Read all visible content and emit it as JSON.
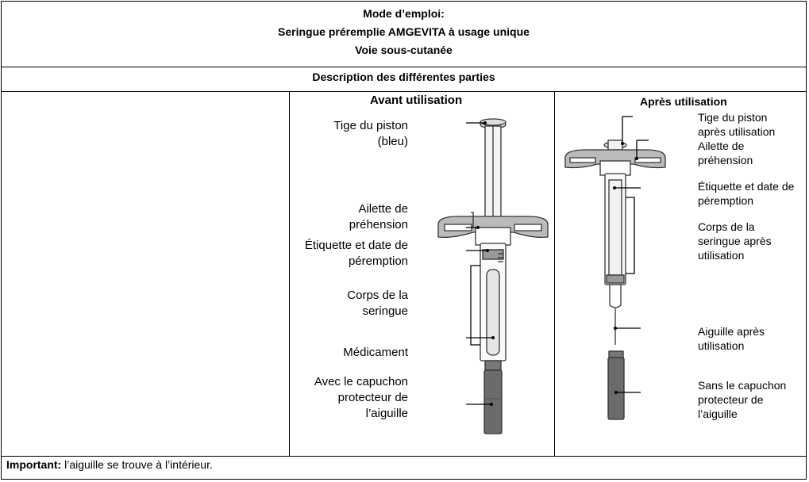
{
  "header": {
    "line1": "Mode d’emploi:",
    "line2": "Seringue préremplie AMGEVITA à usage unique",
    "line3": "Voie sous-cutanée"
  },
  "description_title": "Description des différentes parties",
  "before": {
    "title": "Avant utilisation",
    "labels": {
      "plunger_a": "Tige du piston",
      "plunger_b": "(bleu)",
      "grip_a": "Ailette de",
      "grip_b": "préhension",
      "label_a": "Étiquette et date de",
      "label_b": "péremption",
      "barrel_a": "Corps de la",
      "barrel_b": "seringue",
      "medicine": "Médicament",
      "cap_a": "Avec le capuchon",
      "cap_b": "protecteur de",
      "cap_c": "l’aiguille"
    }
  },
  "after": {
    "title": "Après utilisation",
    "labels": {
      "plunger_a": "Tige du piston",
      "plunger_b": "après utilisation",
      "grip_a": "Ailette de",
      "grip_b": "préhension",
      "label_a": "Étiquette et date de",
      "label_b": "péremption",
      "barrel_a": "Corps de la",
      "barrel_b": "seringue après",
      "barrel_c": "utilisation",
      "needle_a": "Aiguille après",
      "needle_b": "utilisation",
      "cap_a": "Sans le capuchon",
      "cap_b": "protecteur de",
      "cap_c": "l’aiguille"
    }
  },
  "footer": {
    "bold": "Important:",
    "text": " l’aiguille se trouve à l’intérieur."
  }
}
